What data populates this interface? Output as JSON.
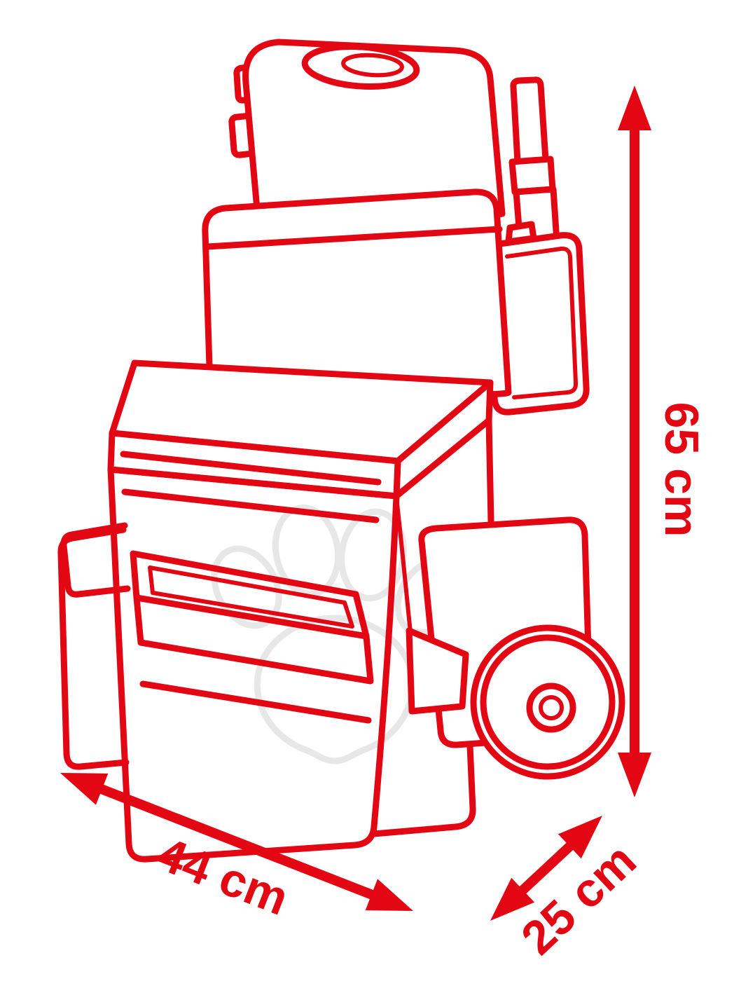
{
  "diagram": {
    "type": "product-dimension-drawing",
    "subject": "toy-trolley-line-drawing",
    "colors": {
      "line": "#e30613",
      "watermark": "#e7e7e7",
      "background": "#ffffff"
    },
    "dimensions": {
      "width": {
        "label": "44 cm",
        "axis": "width"
      },
      "depth": {
        "label": "25 cm",
        "axis": "depth"
      },
      "height": {
        "label": "65 cm",
        "axis": "height"
      }
    }
  }
}
